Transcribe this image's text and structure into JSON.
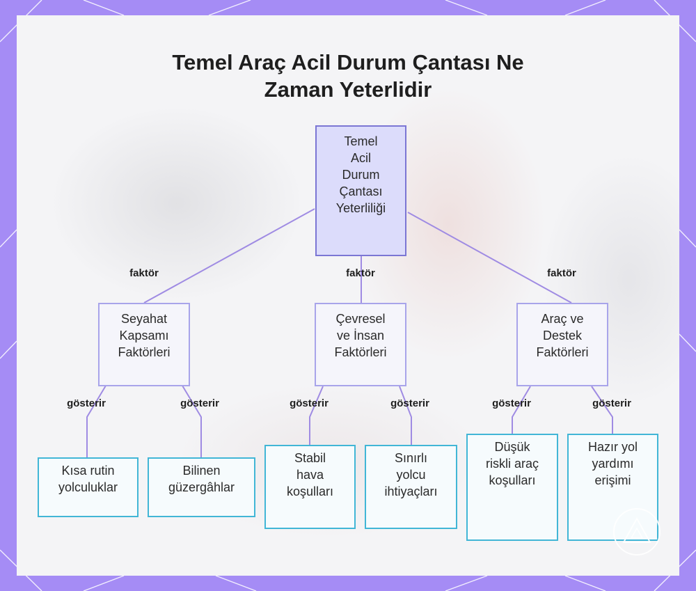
{
  "title_lines": [
    "Temel Araç Acil Durum Çantası Ne",
    "Zaman Yeterlidir"
  ],
  "colors": {
    "frame": "#a58cf5",
    "root_fill": "#dcdcfb",
    "root_border": "#7b76d4",
    "mid_border": "#a8a4ea",
    "leaf_border": "#41b6d6",
    "edge": "#9f8be3"
  },
  "root": {
    "lines": [
      "Temel",
      "Acil",
      "Durum",
      "Çantası",
      "Yeterliliği"
    ]
  },
  "categories": [
    {
      "lines": [
        "Seyahat",
        "Kapsamı",
        "Faktörleri"
      ],
      "edge_label": "faktör",
      "leaves": [
        {
          "lines": [
            "Kısa rutin",
            "yolculuklar"
          ],
          "edge_label": "gösterir"
        },
        {
          "lines": [
            "Bilinen",
            "güzergâhlar"
          ],
          "edge_label": "gösterir"
        }
      ]
    },
    {
      "lines": [
        "Çevresel",
        "ve İnsan",
        "Faktörleri"
      ],
      "edge_label": "faktör",
      "leaves": [
        {
          "lines": [
            "Stabil",
            "hava",
            "koşulları"
          ],
          "edge_label": "gösterir"
        },
        {
          "lines": [
            "Sınırlı",
            "yolcu",
            "ihtiyaçları"
          ],
          "edge_label": "gösterir"
        }
      ]
    },
    {
      "lines": [
        "Araç ve",
        "Destek",
        "Faktörleri"
      ],
      "edge_label": "faktör",
      "leaves": [
        {
          "lines": [
            "Düşük",
            "riskli araç",
            "koşulları"
          ],
          "edge_label": "gösterir"
        },
        {
          "lines": [
            "Hazır yol",
            "yardımı",
            "erişimi"
          ],
          "edge_label": "gösterir"
        }
      ]
    }
  ]
}
